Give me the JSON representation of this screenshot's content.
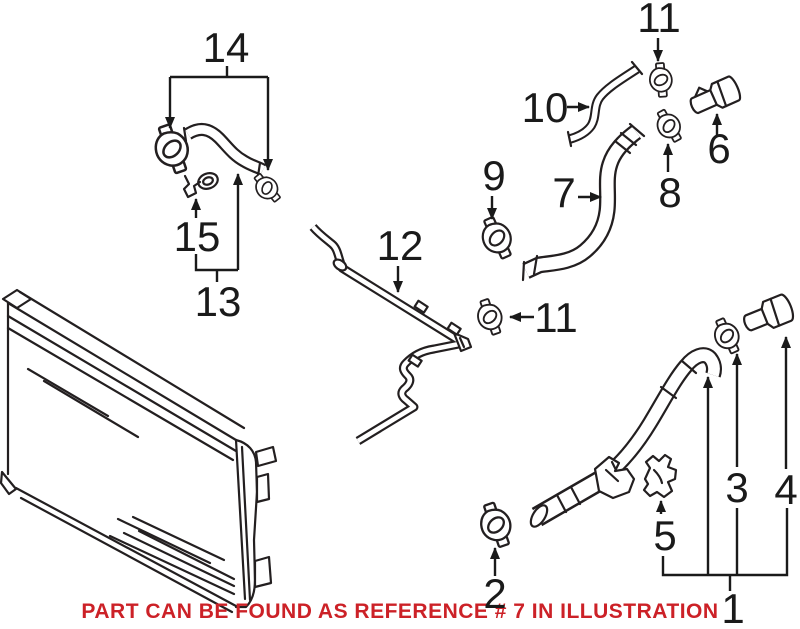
{
  "diagram": {
    "background_color": "#ffffff",
    "line_color": "#231f20",
    "note": {
      "text": "PART CAN BE FOUND AS REFERENCE # 7 IN ILLUSTRATION",
      "color": "#cc2127"
    },
    "callouts": [
      {
        "ref": "1"
      },
      {
        "ref": "2"
      },
      {
        "ref": "3"
      },
      {
        "ref": "4"
      },
      {
        "ref": "5"
      },
      {
        "ref": "6"
      },
      {
        "ref": "7"
      },
      {
        "ref": "8"
      },
      {
        "ref": "9"
      },
      {
        "ref": "10"
      },
      {
        "ref": "11"
      },
      {
        "ref": "11"
      },
      {
        "ref": "12"
      },
      {
        "ref": "13"
      },
      {
        "ref": "14"
      },
      {
        "ref": "15"
      }
    ]
  }
}
